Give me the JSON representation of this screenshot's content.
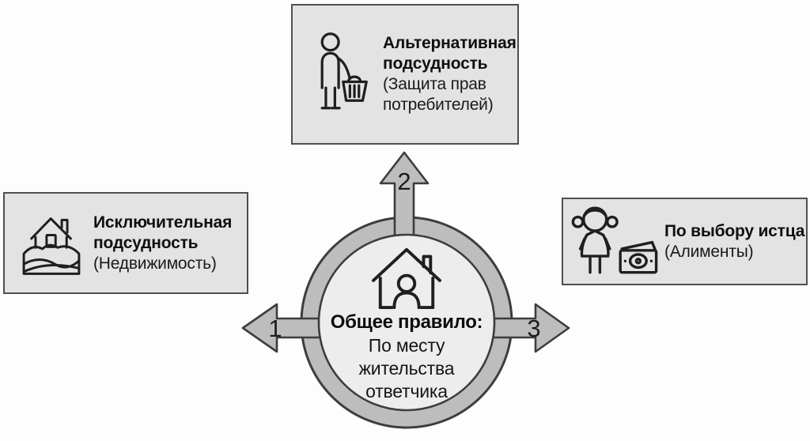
{
  "hub": {
    "icon": "house-person-icon",
    "title": "Общее правило:",
    "subtitle": "По месту жительства ответчика"
  },
  "arrows": {
    "left_number": "1",
    "up_number": "2",
    "right_number": "3"
  },
  "box_top": {
    "icon": "shopper-basket-icon",
    "title": "Альтернативная подсудность",
    "subtitle": "(Защита прав потребителей)"
  },
  "box_left": {
    "icon": "house-land-icon",
    "title": "Исключительная подсудность",
    "subtitle": "(Недвижимость)"
  },
  "box_right": {
    "icon": "girl-money-icon",
    "title": "По выбору истца",
    "subtitle": "(Алименты)"
  },
  "colors": {
    "background": "#fdfdfd",
    "box_fill": "#e3e3e3",
    "box_border": "#4f4f4f",
    "ring_fill": "#bdbdbd",
    "ring_stroke": "#3d3d3d",
    "inner_fill": "#ededed",
    "text": "#141414"
  }
}
